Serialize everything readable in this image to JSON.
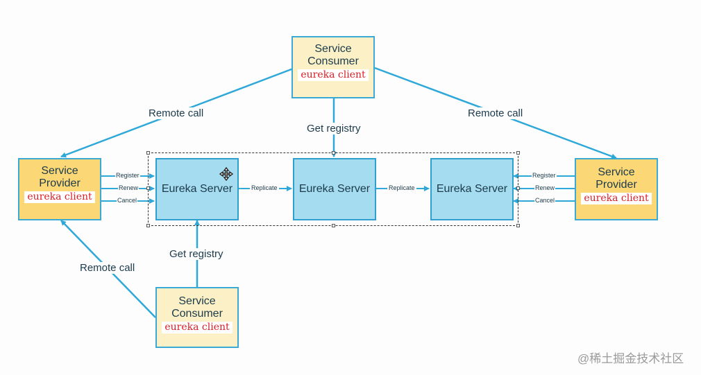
{
  "consumer_top": {
    "title_1": "Service",
    "title_2": "Consumer",
    "client": "eureka client"
  },
  "consumer_bottom": {
    "title_1": "Service",
    "title_2": "Consumer",
    "client": "eureka client"
  },
  "provider_left": {
    "title_1": "Service",
    "title_2": "Provider",
    "client": "eureka client"
  },
  "provider_right": {
    "title_1": "Service",
    "title_2": "Provider",
    "client": "eureka client"
  },
  "servers": [
    "Eureka Server",
    "Eureka Server",
    "Eureka Server"
  ],
  "labels": {
    "remote_call": "Remote call",
    "get_registry": "Get registry",
    "replicate": "Replicate",
    "register": "Register",
    "renew": "Renew",
    "cancel": "Cancel"
  },
  "watermark": "@稀土掘金技术社区",
  "colors": {
    "line": "#2ea8d8",
    "server_fill": "#a5dcef",
    "consumer_fill": "#fcf0c6",
    "provider_fill": "#fbd776",
    "client_text": "#d81f26"
  },
  "icons": [
    "move-cursor-icon"
  ]
}
